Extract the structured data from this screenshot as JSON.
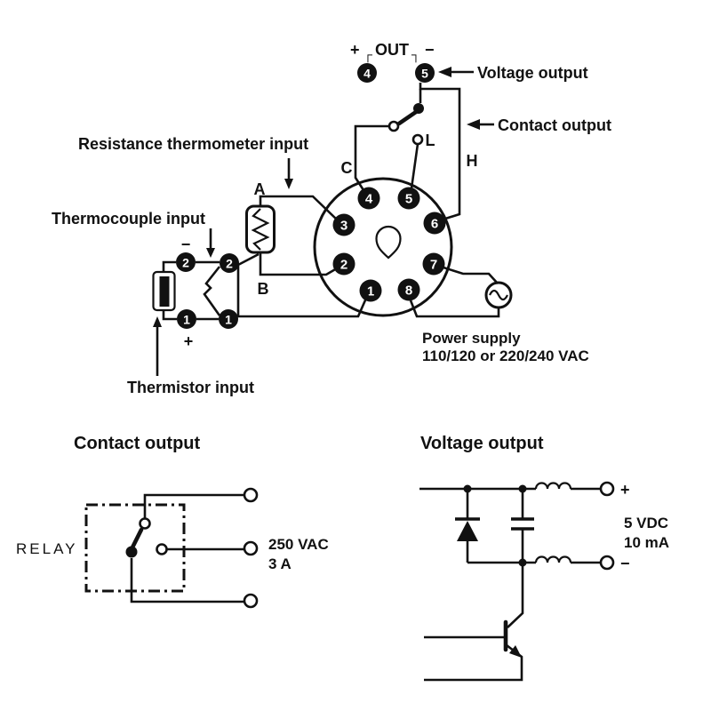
{
  "out": {
    "plus": "+",
    "bracket_left": "┌",
    "label": "OUT",
    "bracket_right": "┐",
    "minus": "−",
    "terminal_left": "4",
    "terminal_right": "5"
  },
  "callouts": {
    "voltage": "Voltage output",
    "contact": "Contact output"
  },
  "switch": {
    "c": "C",
    "l": "L",
    "h": "H"
  },
  "socket": {
    "pins": [
      "1",
      "2",
      "3",
      "4",
      "5",
      "6",
      "7",
      "8"
    ]
  },
  "sensors": {
    "rtd_callout": "Resistance thermometer input",
    "tc_callout": "Thermocouple input",
    "th_callout": "Thermistor input",
    "rtd_a": "A",
    "rtd_b": "B",
    "terminal_2": "2",
    "terminal_1": "1",
    "minus": "−",
    "plus": "+"
  },
  "power": {
    "line1": "Power supply",
    "line2": "110/120 or 220/240 VAC"
  },
  "contact_section": {
    "heading": "Contact output",
    "relay": "RELAY",
    "rating1": "250 VAC",
    "rating2": "3 A"
  },
  "voltage_section": {
    "heading": "Voltage output",
    "rating1": "5 VDC",
    "rating2": "10 mA",
    "plus": "+",
    "minus": "−"
  }
}
